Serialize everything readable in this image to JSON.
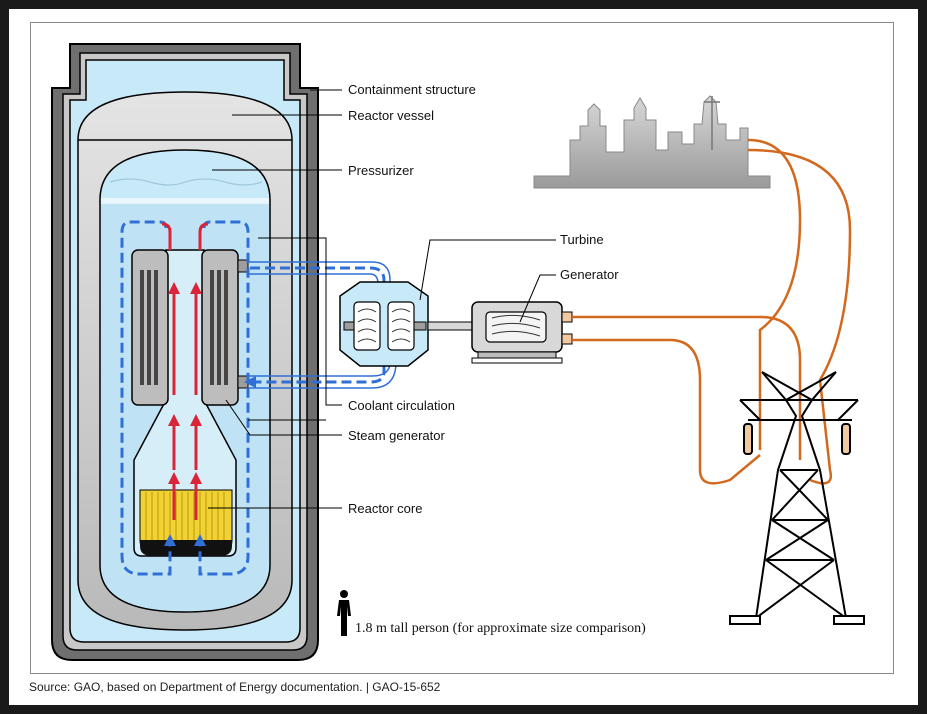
{
  "labels": {
    "containment": "Containment structure",
    "vessel": "Reactor vessel",
    "pressurizer": "Pressurizer",
    "turbine": "Turbine",
    "generator": "Generator",
    "coolant": "Coolant circulation",
    "steam_generator": "Steam generator",
    "core": "Reactor core",
    "person": "1.8 m tall person (for approximate size comparison)"
  },
  "source": "Source: GAO, based on Department of Energy documentation.  |  GAO-15-652",
  "colors": {
    "hot_flow": "#d9253a",
    "cool_flow": "#2f6fd6",
    "water": "#c8e9f7",
    "vessel_gray": "#c9c9c9",
    "power_line": "#d2691e",
    "fuel": "#f2d233"
  },
  "icons": {
    "person": "person-silhouette-icon",
    "city": "city-skyline-icon",
    "tower": "transmission-tower-icon"
  }
}
